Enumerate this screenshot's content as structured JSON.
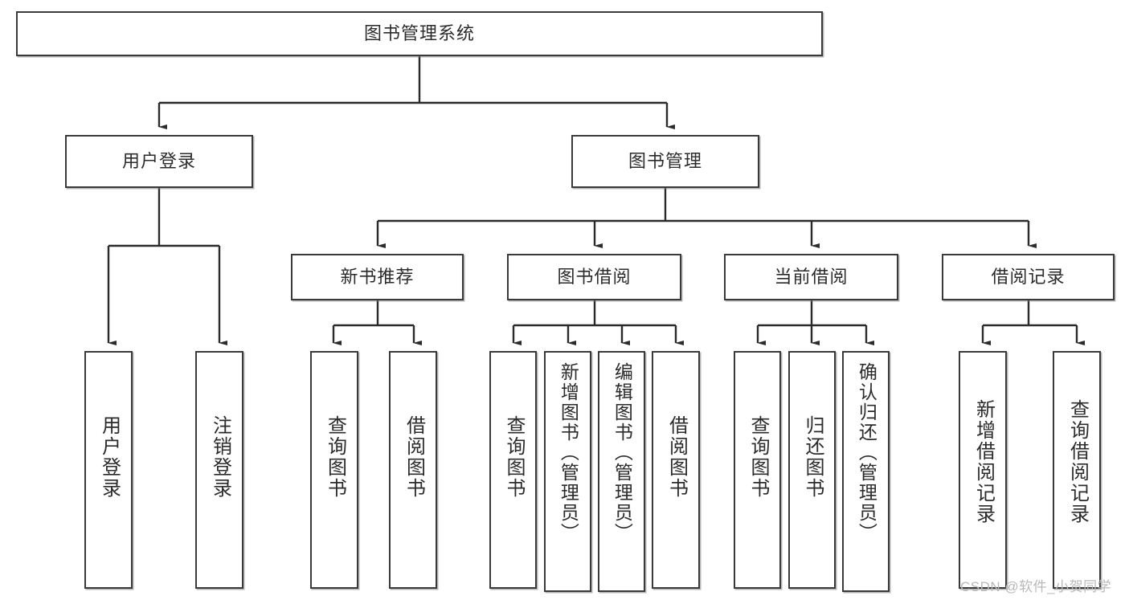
{
  "diagram": {
    "type": "hierarchy-tree",
    "title": "图书管理系统",
    "orientation": "top-down",
    "levels": 4
  },
  "root": {
    "label": "图书管理系统"
  },
  "level2": [
    {
      "label": "用户登录"
    },
    {
      "label": "图书管理"
    }
  ],
  "level3": [
    {
      "label": "新书推荐"
    },
    {
      "label": "图书借阅"
    },
    {
      "label": "当前借阅"
    },
    {
      "label": "借阅记录"
    }
  ],
  "leaves": {
    "user_login": [
      {
        "label": "用户登录"
      },
      {
        "label": "注销登录"
      }
    ],
    "new_book_recommend": [
      {
        "label": "查询图书"
      },
      {
        "label": "借阅图书"
      }
    ],
    "book_borrow": [
      {
        "label": "查询图书"
      },
      {
        "label": "新增图书（管理员）"
      },
      {
        "label": "编辑图书（管理员）"
      },
      {
        "label": "借阅图书"
      }
    ],
    "current_borrow": [
      {
        "label": "查询图书"
      },
      {
        "label": "归还图书"
      },
      {
        "label": "确认归还（管理员）"
      }
    ],
    "borrow_records": [
      {
        "label": "新增借阅记录"
      },
      {
        "label": "查询借阅记录"
      }
    ]
  },
  "watermark": {
    "text": "CSDN @软件_小贺同学"
  },
  "colors": {
    "border": "#3a3a3a",
    "background": "#ffffff",
    "text": "#2b2b2b",
    "watermark": "#b9b9b9"
  }
}
